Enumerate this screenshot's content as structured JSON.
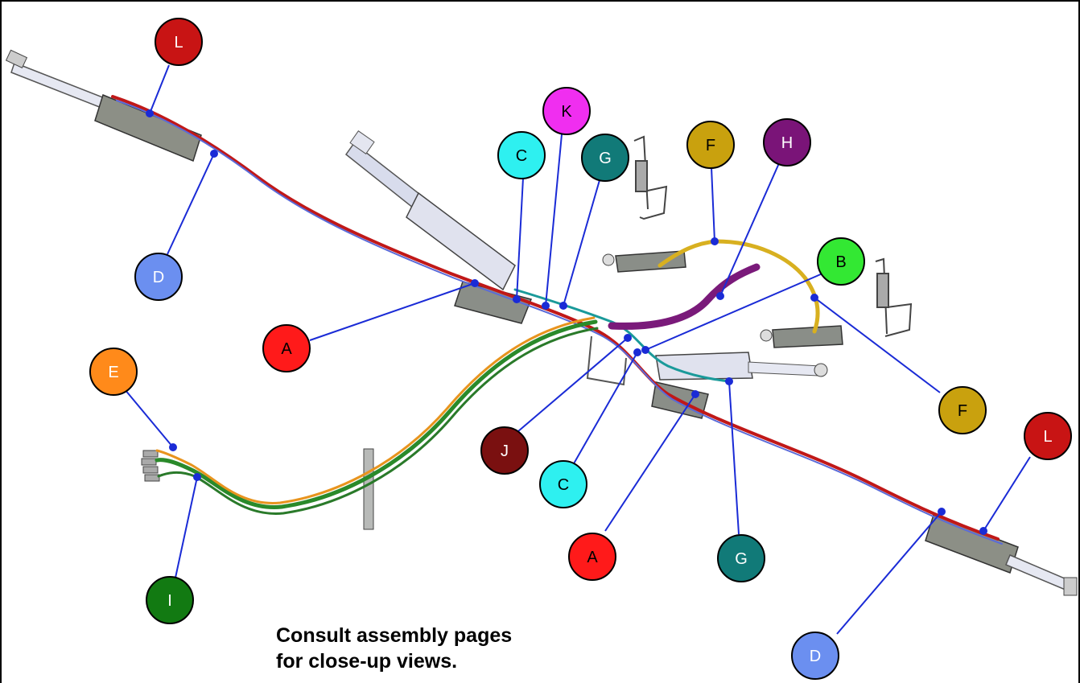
{
  "note": {
    "line1": "Consult assembly pages",
    "line2": "for close-up views."
  },
  "callouts": [
    {
      "id": "L-top",
      "letter": "L",
      "color": "#c81414",
      "text_color": "#ffffff"
    },
    {
      "id": "D-top",
      "letter": "D",
      "color": "#6b8ff0",
      "text_color": "#ffffff"
    },
    {
      "id": "C-top",
      "letter": "C",
      "color": "#2ef0f0",
      "text_color": "#000000"
    },
    {
      "id": "K",
      "letter": "K",
      "color": "#f02ef0",
      "text_color": "#000000"
    },
    {
      "id": "G-top",
      "letter": "G",
      "color": "#117a78",
      "text_color": "#ffffff"
    },
    {
      "id": "F-top",
      "letter": "F",
      "color": "#c9a10e",
      "text_color": "#000000"
    },
    {
      "id": "H",
      "letter": "H",
      "color": "#7a1478",
      "text_color": "#ffffff"
    },
    {
      "id": "B",
      "letter": "B",
      "color": "#33e833",
      "text_color": "#000000"
    },
    {
      "id": "A-left",
      "letter": "A",
      "color": "#ff1a1a",
      "text_color": "#000000"
    },
    {
      "id": "E",
      "letter": "E",
      "color": "#ff8a1a",
      "text_color": "#ffffff"
    },
    {
      "id": "F-right",
      "letter": "F",
      "color": "#c9a10e",
      "text_color": "#000000"
    },
    {
      "id": "L-right",
      "letter": "L",
      "color": "#c81414",
      "text_color": "#ffffff"
    },
    {
      "id": "J",
      "letter": "J",
      "color": "#7a1010",
      "text_color": "#ffffff"
    },
    {
      "id": "C-bottom",
      "letter": "C",
      "color": "#2ef0f0",
      "text_color": "#000000"
    },
    {
      "id": "A-bottom",
      "letter": "A",
      "color": "#ff1a1a",
      "text_color": "#000000"
    },
    {
      "id": "G-bottom",
      "letter": "G",
      "color": "#117a78",
      "text_color": "#ffffff"
    },
    {
      "id": "I",
      "letter": "I",
      "color": "#127a12",
      "text_color": "#ffffff"
    },
    {
      "id": "D-bottom",
      "letter": "D",
      "color": "#6b8ff0",
      "text_color": "#ffffff"
    }
  ],
  "colors": {
    "leader_line": "#1a2bd6",
    "wire_red": "#c01818",
    "wire_blue": "#5a6ad8",
    "wire_green": "#2a8a2a",
    "wire_orange": "#e8941e",
    "wire_yellow": "#d8b020",
    "wire_purple": "#7a1a7a",
    "wire_teal": "#1a9a9a",
    "cylinder": "#d8dcea",
    "cylinder_dark": "#8a8e8a"
  }
}
